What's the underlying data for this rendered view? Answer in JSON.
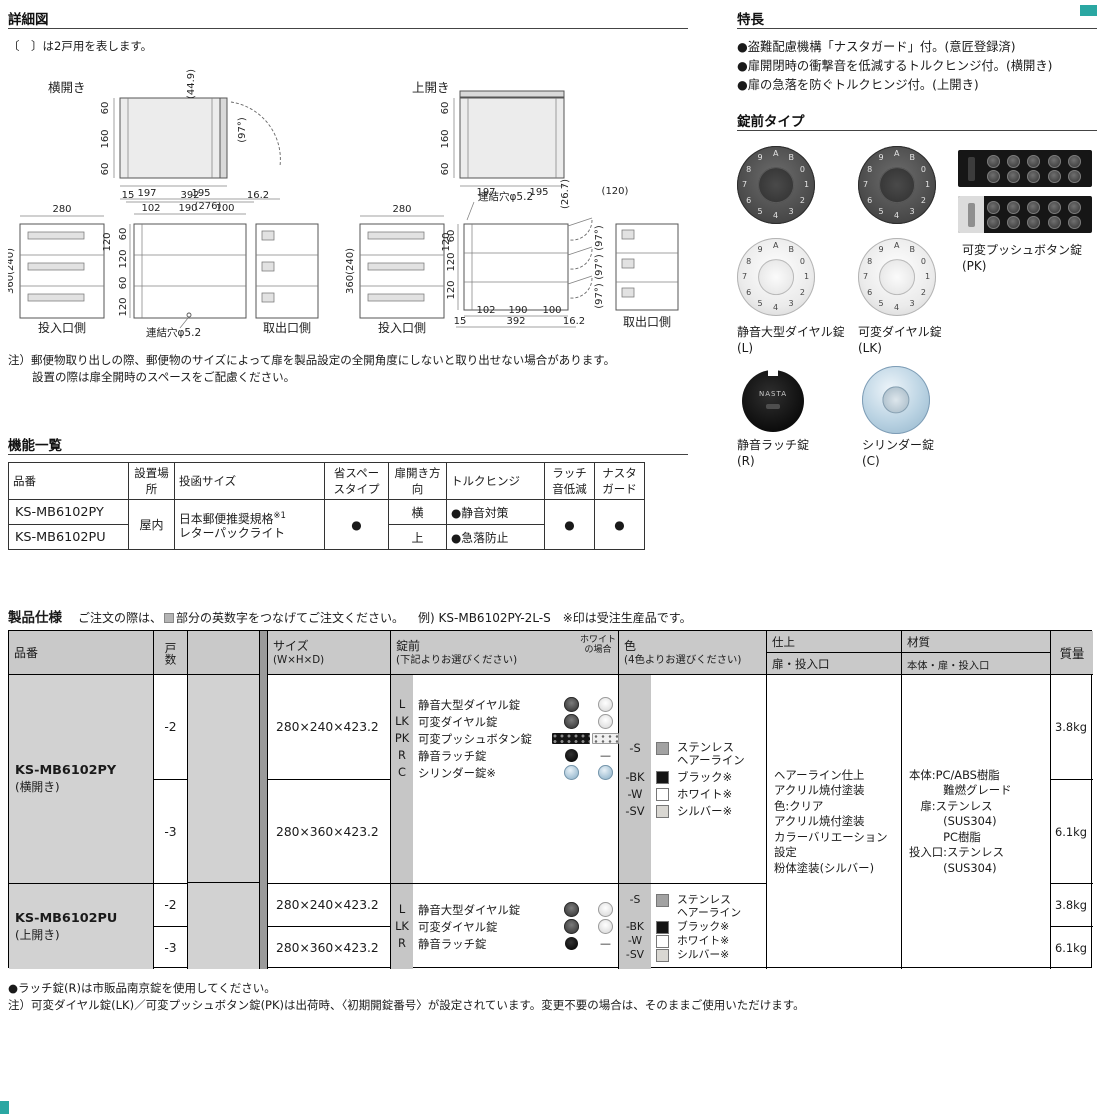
{
  "page": {
    "accent_color": "#2aa7a2"
  },
  "detail": {
    "title": "詳細図",
    "bracket_note": "〔　〕は2戸用を表します。",
    "note1": "注）郵便物取り出しの際、郵便物のサイズによって扉を製品設定の全開角度にしないと取り出せない場合があります。",
    "note2": "設置の際は扉全開時のスペースをご配慮ください。",
    "side": {
      "label": "横開き",
      "d449": "(44.9)",
      "d60a": "60",
      "d160": "160",
      "d60b": "60",
      "d97": "(97°)",
      "d197": "197",
      "d195": "195",
      "d276": "(276)",
      "d280": "280",
      "d360": "360(240)",
      "d120f": "120",
      "d15": "15",
      "d392": "392",
      "d162": "16.2",
      "d102": "102",
      "d190": "190",
      "d100": "100",
      "s60a": "60",
      "s120a": "120",
      "s60b": "60",
      "s120b": "120",
      "hole": "連結穴φ5.2",
      "post_label": "投入口側",
      "out_label": "取出口側"
    },
    "top": {
      "label": "上開き",
      "d60a": "60",
      "d160": "160",
      "d60b": "60",
      "d197": "197",
      "d195": "195",
      "d267": "(26.7)",
      "d120o": "(120)",
      "d280": "280",
      "d360": "360(240)",
      "d120f": "120",
      "hole": "連結穴φ5.2",
      "a97": "(97°)",
      "s60": "60",
      "s120a": "120",
      "s120b": "120",
      "d102": "102",
      "d190": "190",
      "d100": "100",
      "d15": "15",
      "d392": "392",
      "d162": "16.2",
      "post_label": "投入口側",
      "out_label": "取出口側"
    }
  },
  "features": {
    "title": "特長",
    "items": [
      "●盗難配慮機構「ナスタガード」付。(意匠登録済)",
      "●扉開閉時の衝撃音を低減するトルクヒンジ付。(横開き)",
      "●扉の急落を防ぐトルクヒンジ付。(上開き)"
    ]
  },
  "locks": {
    "title": "錠前タイプ",
    "dial_chars": [
      "A",
      "B",
      "0",
      "1",
      "2",
      "3",
      "4",
      "5",
      "6",
      "7",
      "8",
      "9"
    ],
    "l": {
      "name": "静音大型ダイヤル錠",
      "code": "(L)"
    },
    "lk": {
      "name": "可変ダイヤル錠",
      "code": "(LK)"
    },
    "pk": {
      "name": "可変プッシュボタン錠",
      "code": "(PK)"
    },
    "r": {
      "name": "静音ラッチ錠",
      "code": "(R)"
    },
    "c": {
      "name": "シリンダー錠",
      "code": "(C)"
    },
    "latch_mark": "NASTA"
  },
  "func": {
    "title": "機能一覧",
    "headers": [
      "品番",
      "設置場所",
      "投函サイズ",
      "省スペースタイプ",
      "扉開き方向",
      "トルクヒンジ",
      "ラッチ音低減",
      "ナスタガード"
    ],
    "shared": {
      "place": "屋内",
      "size_main": "日本郵便推奨規格",
      "size_ref": "※1",
      "size_sub": "レターパックライト",
      "space_dot": "●",
      "latch_dot": "●",
      "guard_dot": "●"
    },
    "rows": [
      {
        "model": "KS-MB6102PY",
        "dir": "横",
        "hinge": "●静音対策"
      },
      {
        "model": "KS-MB6102PU",
        "dir": "上",
        "hinge": "●急落防止"
      }
    ]
  },
  "spec": {
    "title": "製品仕様",
    "intro_pre": "ご注文の際は、",
    "intro_post": "部分の英数字をつなげてご注文ください。",
    "intro_example": "例) KS-MB6102PY-2L-S",
    "intro_note": "※印は受注生産品です。",
    "headers": {
      "hinban": "品番",
      "kosu": "戸数",
      "size": "サイズ",
      "size_sub": "(W×H×D)",
      "lock": "錠前",
      "lock_sub": "(下記よりお選びください)",
      "white_case": "ホワイト\nの場合",
      "color": "色",
      "color_sub": "(4色よりお選びください)",
      "finish": "仕上",
      "finish_sub": "扉・投入口",
      "material": "材質",
      "material_sub": "本体・扉・投入口",
      "weight": "質量"
    },
    "dash": "—",
    "py": {
      "model": "KS-MB6102PY",
      "model_sub": "(横開き)",
      "rows": [
        {
          "doors": "-2",
          "size": "280×240×423.2",
          "weight": "3.8kg"
        },
        {
          "doors": "-3",
          "size": "280×360×423.2",
          "weight": "6.1kg"
        }
      ],
      "locks": [
        {
          "code": "L",
          "name": "静音大型ダイヤル錠",
          "icon": "dial-dark",
          "white_icon": "dial-white"
        },
        {
          "code": "LK",
          "name": "可変ダイヤル錠",
          "icon": "dial-dark",
          "white_icon": "dial-white"
        },
        {
          "code": "PK",
          "name": "可変プッシュボタン錠",
          "icon": "pushbutton-dark",
          "white_icon": "pushbutton-white"
        },
        {
          "code": "R",
          "name": "静音ラッチ錠",
          "icon": "latch-black",
          "white_icon": "dash"
        },
        {
          "code": "C",
          "name": "シリンダー錠※",
          "icon": "cylinder",
          "white_icon": "cylinder"
        }
      ]
    },
    "pu": {
      "model": "KS-MB6102PU",
      "model_sub": "(上開き)",
      "rows": [
        {
          "doors": "-2",
          "size": "280×240×423.2",
          "weight": "3.8kg"
        },
        {
          "doors": "-3",
          "size": "280×360×423.2",
          "weight": "6.1kg"
        }
      ],
      "locks": [
        {
          "code": "L",
          "name": "静音大型ダイヤル錠",
          "icon": "dial-dark",
          "white_icon": "dial-white"
        },
        {
          "code": "LK",
          "name": "可変ダイヤル錠",
          "icon": "dial-dark",
          "white_icon": "dial-white"
        },
        {
          "code": "R",
          "name": "静音ラッチ錠",
          "icon": "latch-black",
          "white_icon": "dash"
        }
      ]
    },
    "colors": [
      {
        "code": "-S",
        "name": "ステンレス\nヘアーライン",
        "swatch": "#a2a2a2"
      },
      {
        "code": "-BK",
        "name": "ブラック※",
        "swatch": "#141414"
      },
      {
        "code": "-W",
        "name": "ホワイト※",
        "swatch": "#ffffff"
      },
      {
        "code": "-SV",
        "name": "シルバー※",
        "swatch": "#d9d7d2"
      }
    ],
    "finish_text": "ヘアーライン仕上\nアクリル焼付塗装\n色:クリア\nアクリル焼付塗装\nカラーバリエーション\n設定\n粉体塗装(シルバー)",
    "material_text": "本体:PC/ABS樹脂\n　　　難燃グレード\n　扉:ステンレス\n　　　(SUS304)\n　　　PC樹脂\n投入口:ステンレス\n　　　(SUS304)"
  },
  "footer": {
    "note1": "●ラッチ錠(R)は市販品南京錠を使用してください。",
    "note2": "注）可変ダイヤル錠(LK)／可変プッシュボタン錠(PK)は出荷時、〈初期開錠番号〉が設定されています。変更不要の場合は、そのままご使用いただけます。"
  }
}
